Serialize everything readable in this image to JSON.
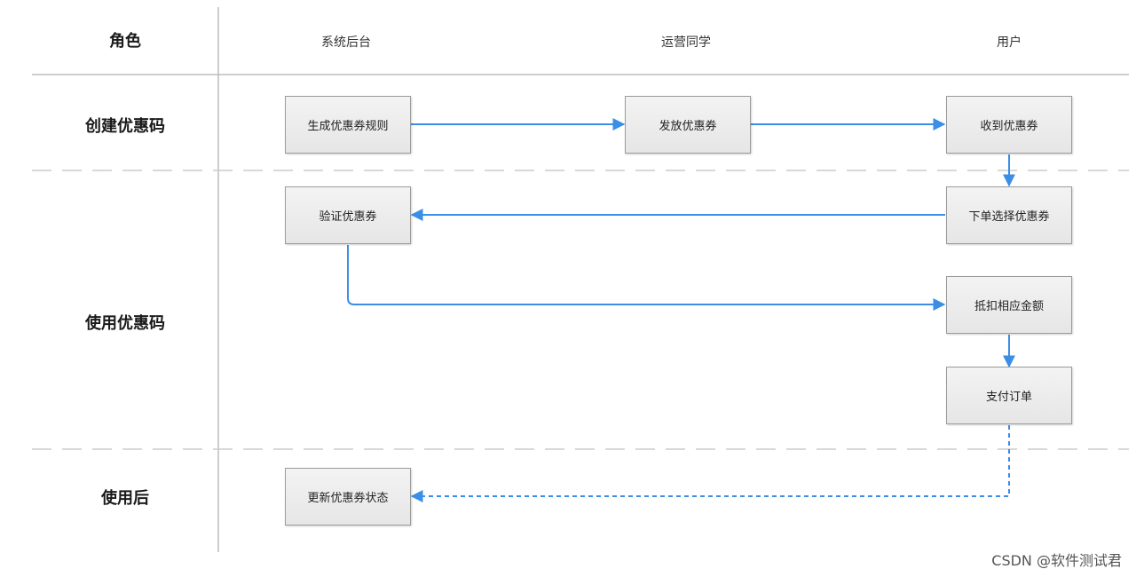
{
  "header": {
    "role_label": "角色",
    "lanes": [
      "系统后台",
      "运营同学",
      "用户"
    ]
  },
  "rows": [
    "创建优惠码",
    "使用优惠码",
    "使用后"
  ],
  "nodes": {
    "generate_rule": "生成优惠券规则",
    "issue_coupon": "发放优惠券",
    "receive_coupon": "收到优惠券",
    "select_coupon": "下单选择优惠券",
    "verify_coupon": "验证优惠券",
    "deduct_amount": "抵扣相应金额",
    "pay_order": "支付订单",
    "update_status": "更新优惠券状态"
  },
  "edges": [
    {
      "from": "generate_rule",
      "to": "issue_coupon",
      "style": "solid"
    },
    {
      "from": "issue_coupon",
      "to": "receive_coupon",
      "style": "solid"
    },
    {
      "from": "receive_coupon",
      "to": "select_coupon",
      "style": "solid"
    },
    {
      "from": "select_coupon",
      "to": "verify_coupon",
      "style": "solid"
    },
    {
      "from": "verify_coupon",
      "to": "deduct_amount",
      "style": "solid"
    },
    {
      "from": "deduct_amount",
      "to": "pay_order",
      "style": "solid"
    },
    {
      "from": "pay_order",
      "to": "update_status",
      "style": "dashed"
    }
  ],
  "colors": {
    "arrow": "#3a8ee6",
    "separator": "#c8c8c8",
    "box_border": "#9b9b9b"
  },
  "watermark": "CSDN @软件测试君"
}
